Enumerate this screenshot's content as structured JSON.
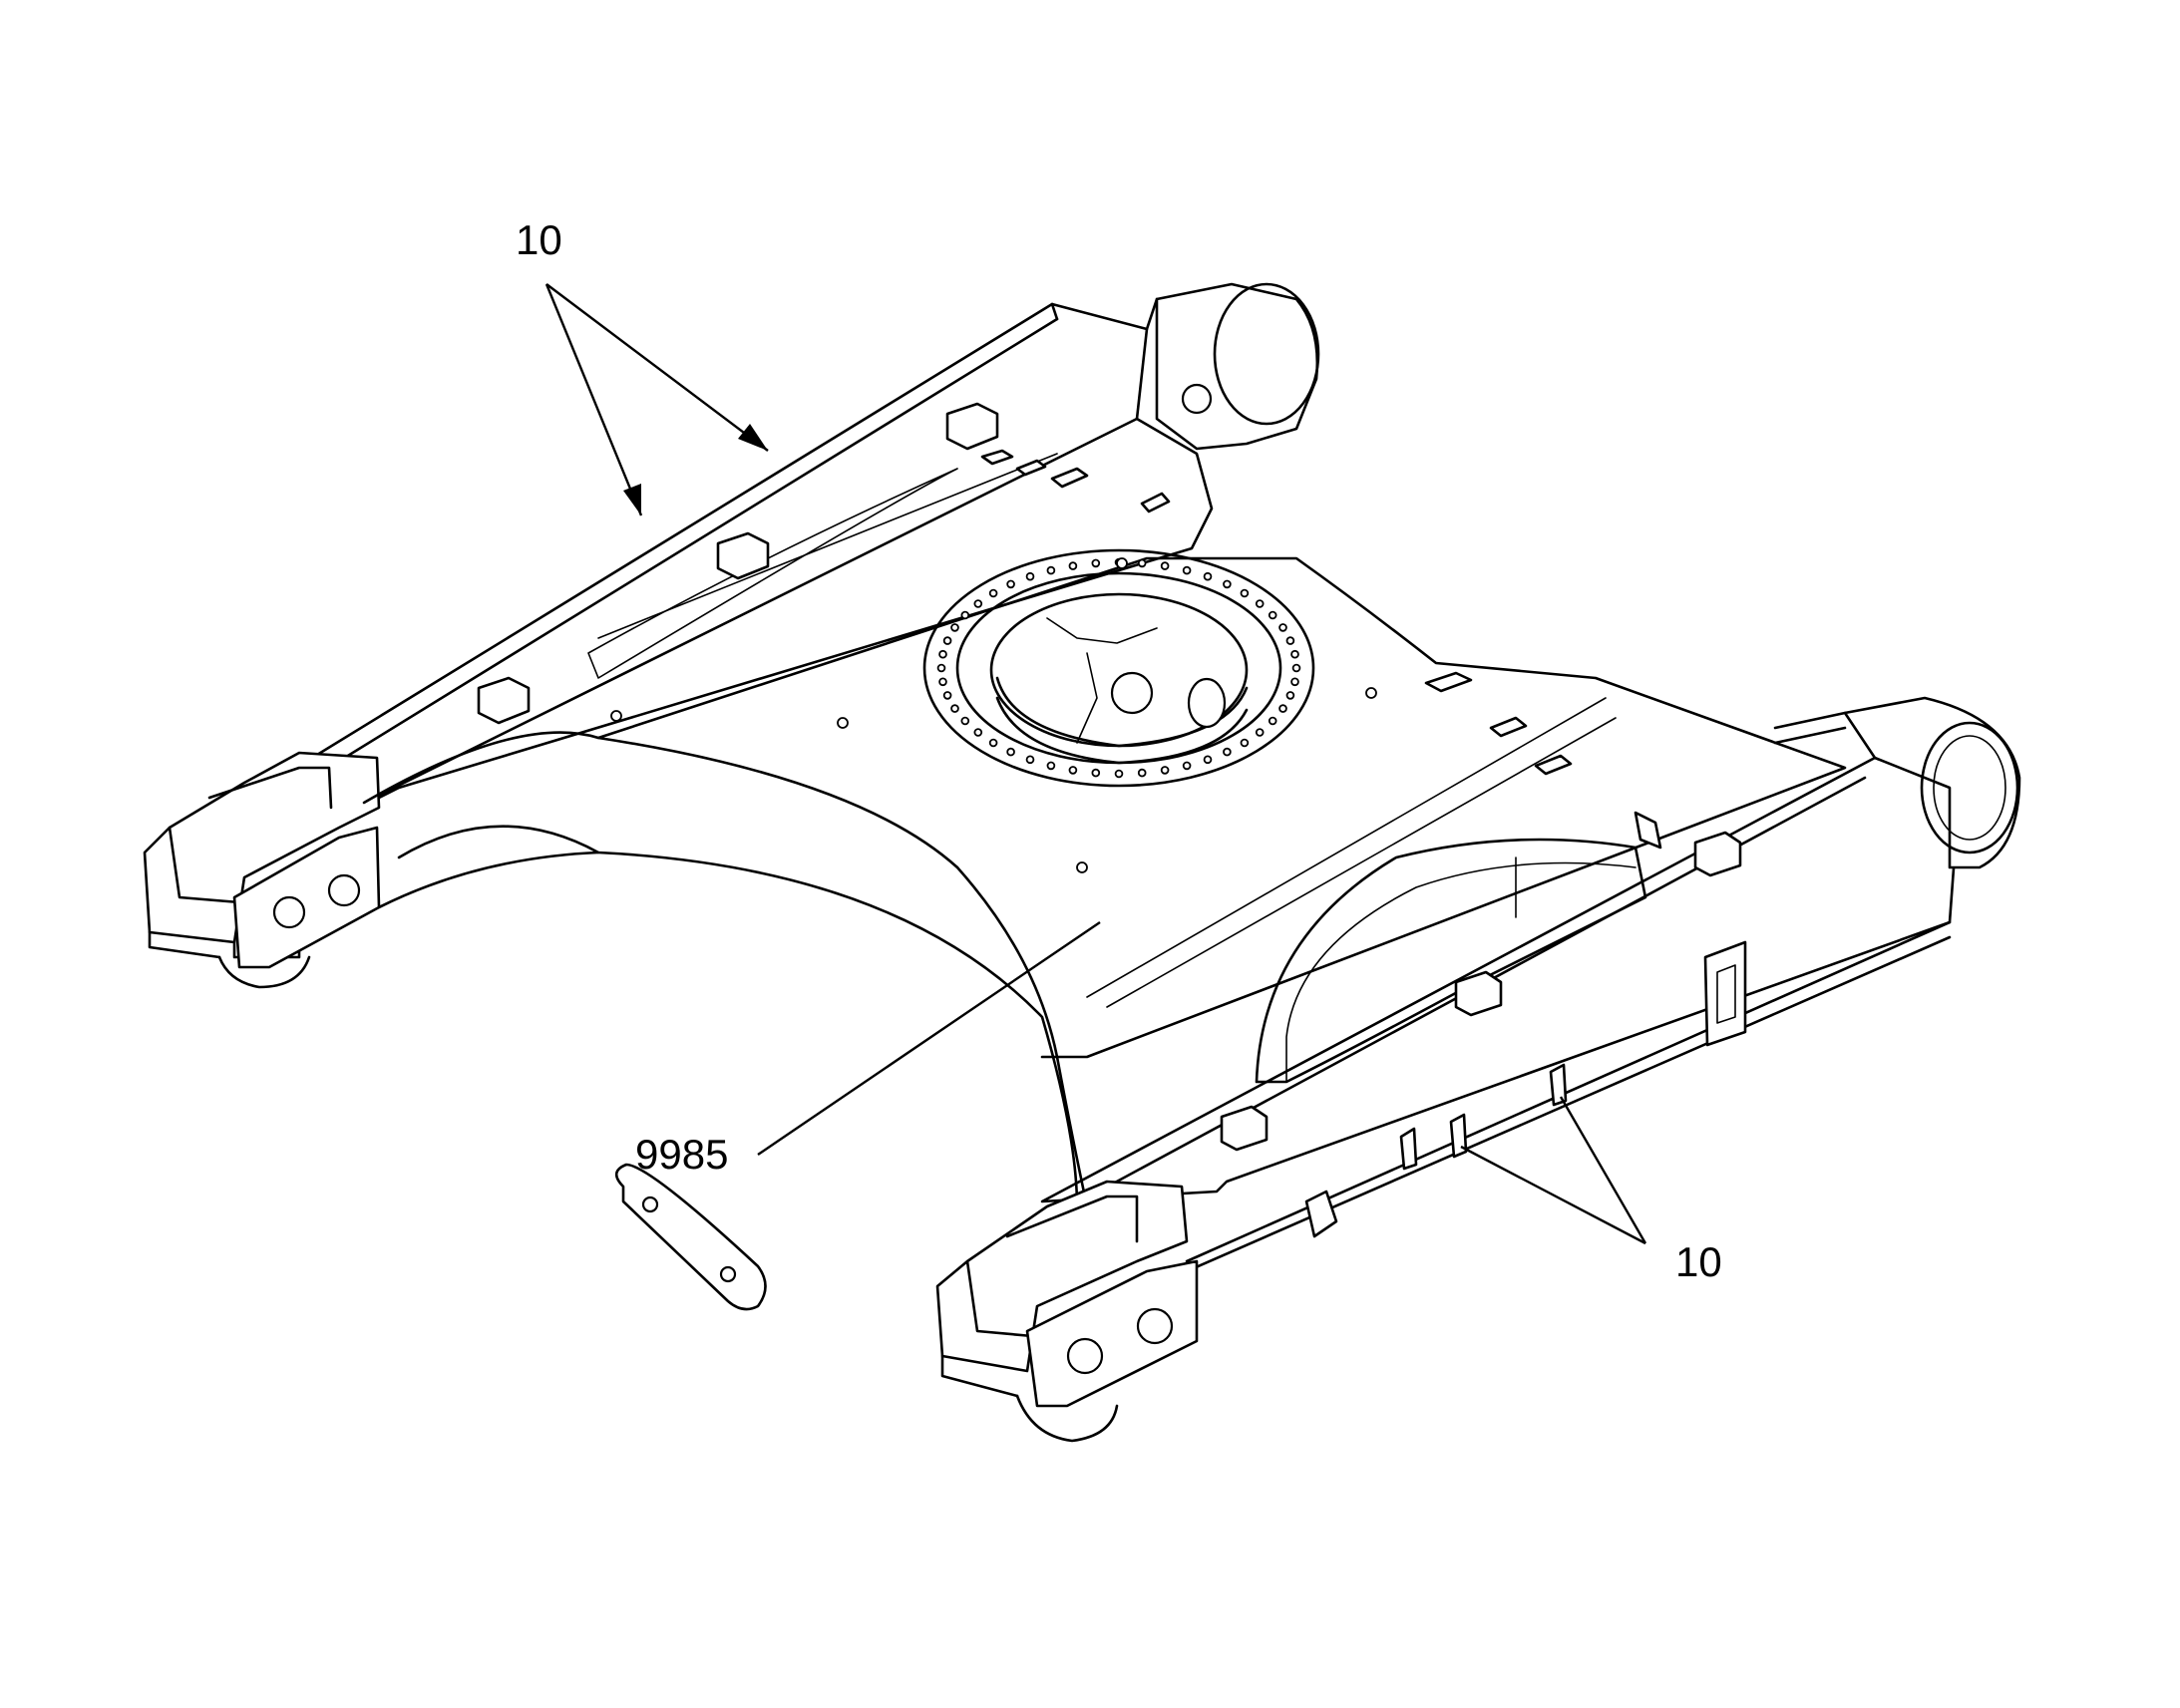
{
  "diagram": {
    "callouts": [
      {
        "id": "callout-10-top",
        "text": "10"
      },
      {
        "id": "callout-9985",
        "text": "9985"
      },
      {
        "id": "callout-10-bottom",
        "text": "10"
      }
    ]
  },
  "colors": {
    "line": "#000000",
    "background": "#ffffff"
  }
}
